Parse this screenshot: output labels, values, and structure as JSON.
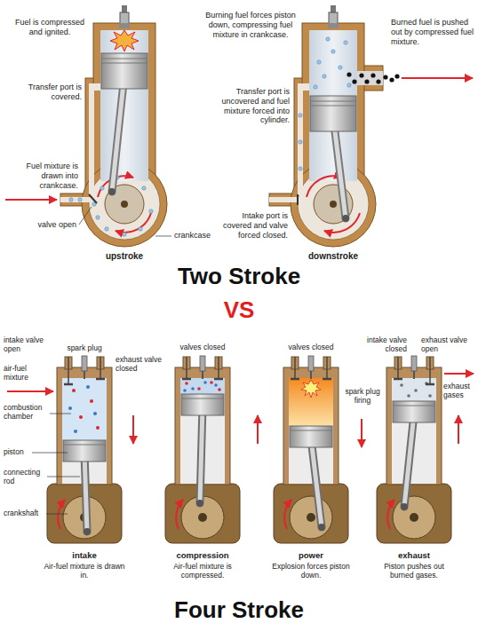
{
  "diagram": {
    "labels": [
      "Fuel is compressed and ignited.",
      "Burning fuel forces piston down, compressing fuel mixture in crankcase.",
      "Burned fuel is pushed out by compressed fuel mixture.",
      "Transfer port is covered.",
      "Transfer port is uncovered and fuel mixture forced into cylinder.",
      "Fuel mixture is drawn into crankcase.",
      "crankcase",
      "Intake port is covered and valve forced closed.",
      "valve open",
      "upstroke",
      "downstroke",
      "Two Stroke",
      "VS",
      "intake valve open",
      "spark plug",
      "exhaust valve closed",
      "valves closed",
      "valves closed",
      "intake valve closed",
      "exhaust valve open",
      "air-fuel mixture",
      "exhaust gases",
      "spark plug firing",
      "combustion chamber",
      "piston",
      "connecting rod",
      "crankshaft",
      "intake",
      "Air-fuel mixture is drawn in.",
      "compression",
      "Air-fuel mixture is compressed.",
      "power",
      "Explosion forces piston down.",
      "exhaust",
      "Piston pushes out burned gases.",
      "Four Stroke"
    ]
  }
}
